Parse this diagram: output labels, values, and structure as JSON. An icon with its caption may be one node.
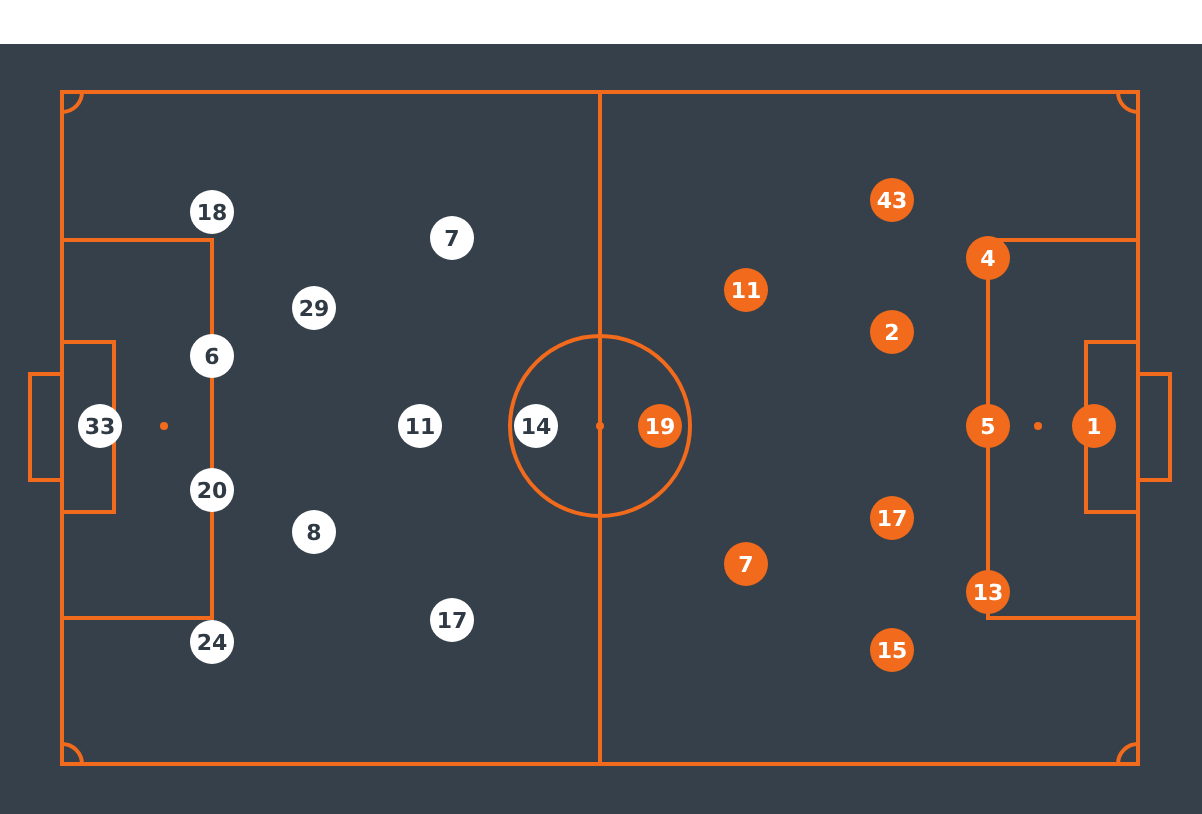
{
  "diagram": {
    "nodes": [
      {
        "text": [
          "33"
        ]
      },
      {
        "text": [
          "18"
        ]
      },
      {
        "text": [
          "6"
        ]
      },
      {
        "text": [
          "20"
        ]
      },
      {
        "text": [
          "24"
        ]
      },
      {
        "text": [
          "29"
        ]
      },
      {
        "text": [
          "8"
        ]
      },
      {
        "text": [
          "11"
        ]
      },
      {
        "text": [
          "7"
        ]
      },
      {
        "text": [
          "17"
        ]
      },
      {
        "text": [
          "14"
        ]
      },
      {
        "text": [
          "19"
        ]
      },
      {
        "text": [
          "11"
        ]
      },
      {
        "text": [
          "7"
        ]
      },
      {
        "text": [
          "43"
        ]
      },
      {
        "text": [
          "2"
        ]
      },
      {
        "text": [
          "17"
        ]
      },
      {
        "text": [
          "15"
        ]
      },
      {
        "text": [
          "4"
        ]
      },
      {
        "text": [
          "5"
        ]
      },
      {
        "text": [
          "13"
        ]
      },
      {
        "text": [
          "1"
        ]
      }
    ]
  }
}
